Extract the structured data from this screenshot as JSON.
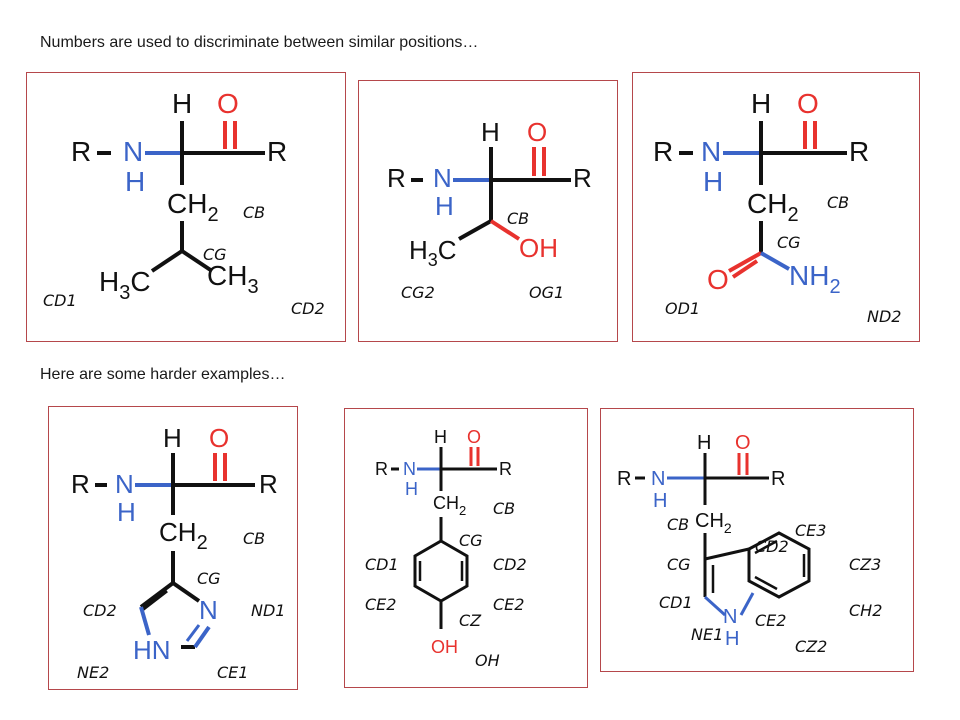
{
  "captions": {
    "top": "Numbers are used to discriminate between similar positions…",
    "bottom": "Here are some harder examples…"
  },
  "colors": {
    "border": "#b5474b",
    "oxygen": "#e8322e",
    "nitrogen": "#3b64c8",
    "carbon": "#111111"
  },
  "panels": [
    {
      "name": "leucine",
      "labels": [
        "CB",
        "CG",
        "CD1",
        "CD2"
      ]
    },
    {
      "name": "threonine",
      "labels": [
        "CB",
        "CG2",
        "OG1"
      ]
    },
    {
      "name": "asparagine",
      "labels": [
        "CB",
        "CG",
        "OD1",
        "ND2"
      ]
    },
    {
      "name": "histidine",
      "labels": [
        "CB",
        "CG",
        "CD2",
        "ND1",
        "NE2",
        "CE1"
      ]
    },
    {
      "name": "tyrosine",
      "labels": [
        "CB",
        "CG",
        "CD1",
        "CD2",
        "CE2",
        "CE2",
        "CZ",
        "OH"
      ]
    },
    {
      "name": "tryptophan",
      "labels": [
        "CB",
        "CD2",
        "CE3",
        "CG",
        "CZ3",
        "CD1",
        "CE2",
        "CH2",
        "NE1",
        "CZ2"
      ]
    }
  ]
}
